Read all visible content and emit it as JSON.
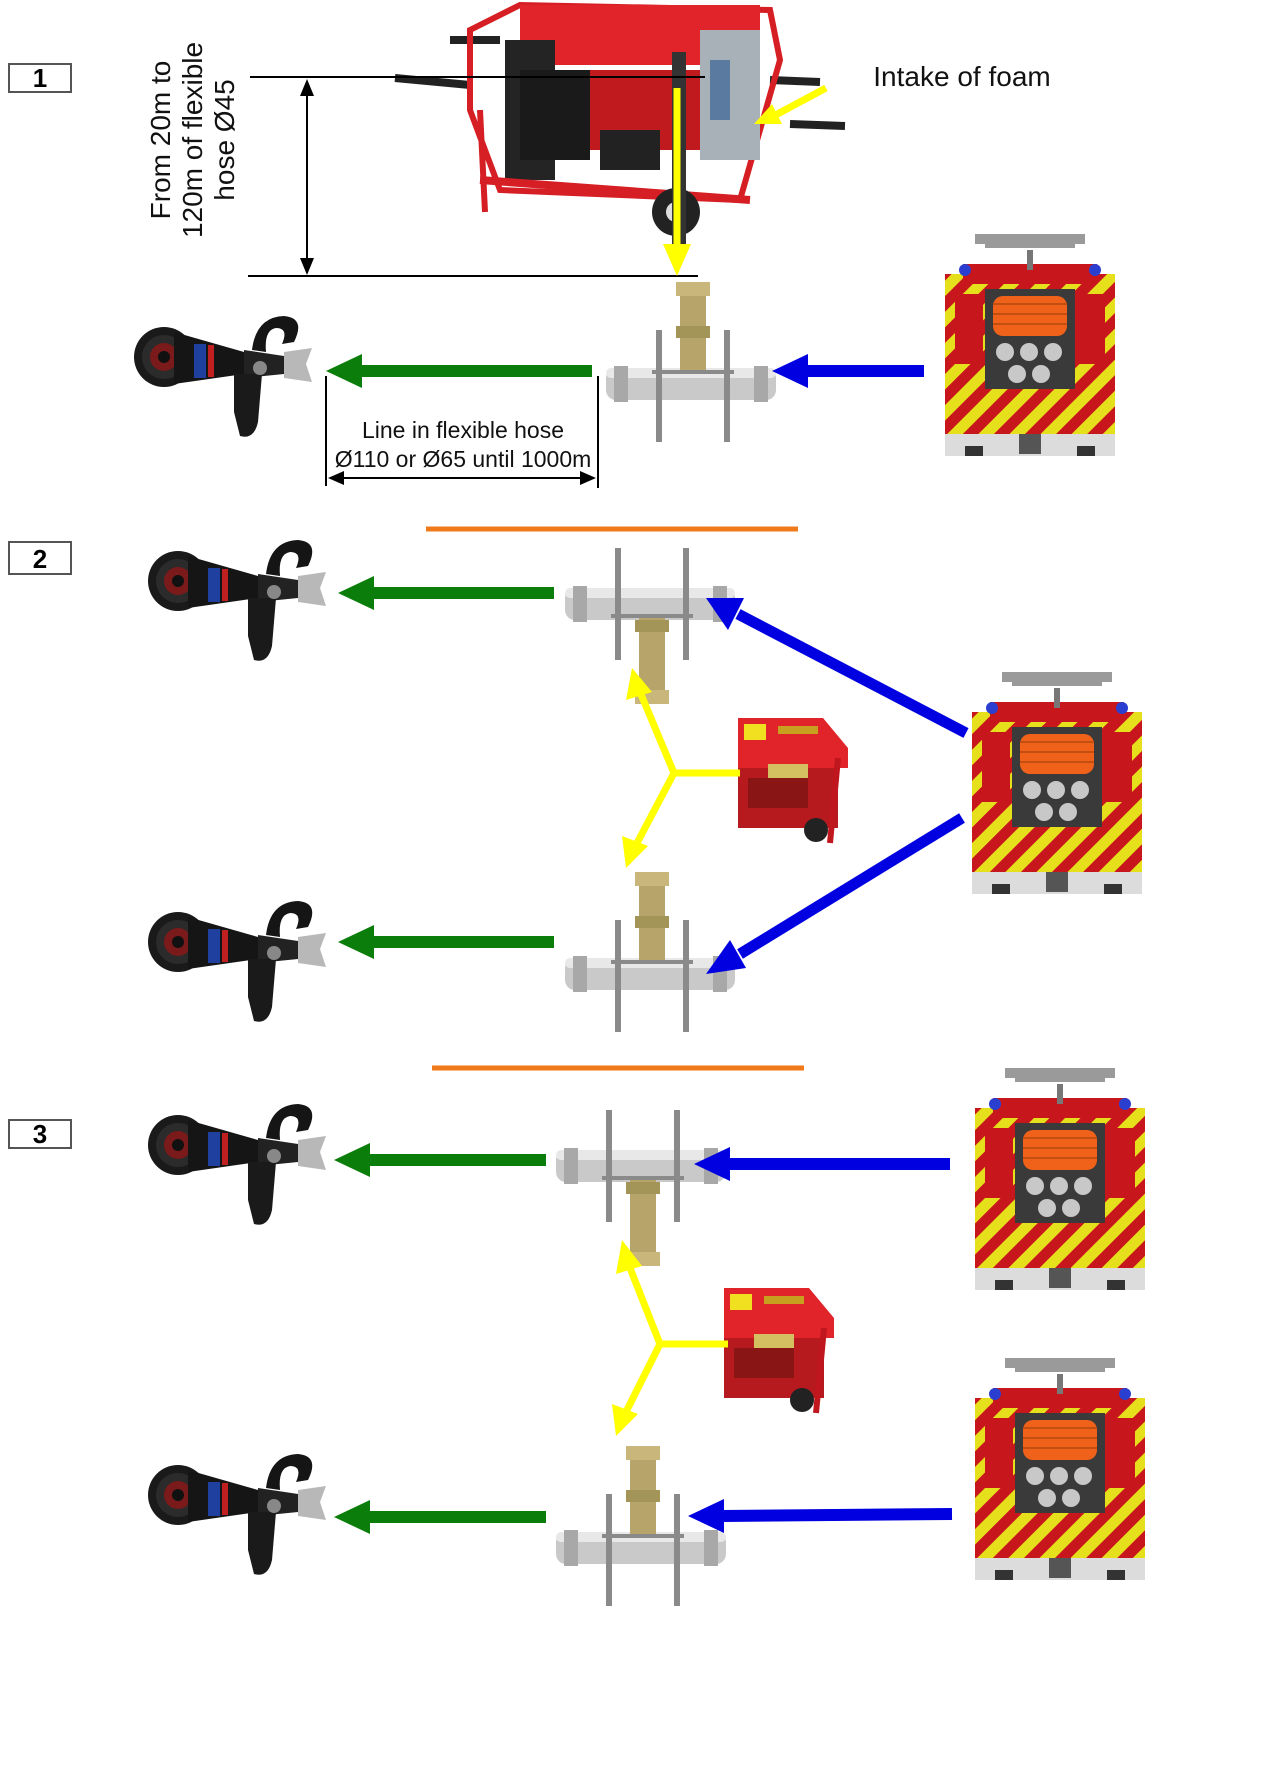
{
  "steps": [
    {
      "number": "1"
    },
    {
      "number": "2"
    },
    {
      "number": "3"
    }
  ],
  "labels": {
    "hose_length_line1": "From 20m to",
    "hose_length_line2": "120m of flexible",
    "hose_length_line3": "hose Ø45",
    "intake": "Intake of foam",
    "line_hose_1": "Line in flexible hose",
    "line_hose_2": "Ø110 or Ø65 until 1000m"
  },
  "colors": {
    "water_arrow": "#0000e0",
    "mix_arrow": "#0a7d0a",
    "foam_arrow": "#ffff00",
    "separator": "#f07a1a",
    "truck_red": "#c8161d",
    "chevron_yellow": "#e6df1c",
    "pump_red": "#e0242a"
  },
  "icons": [
    "nozzle-icon",
    "foam-inductor-icon",
    "fire-truck-icon",
    "foam-pump-unit-icon",
    "dimension-arrow-icon"
  ]
}
